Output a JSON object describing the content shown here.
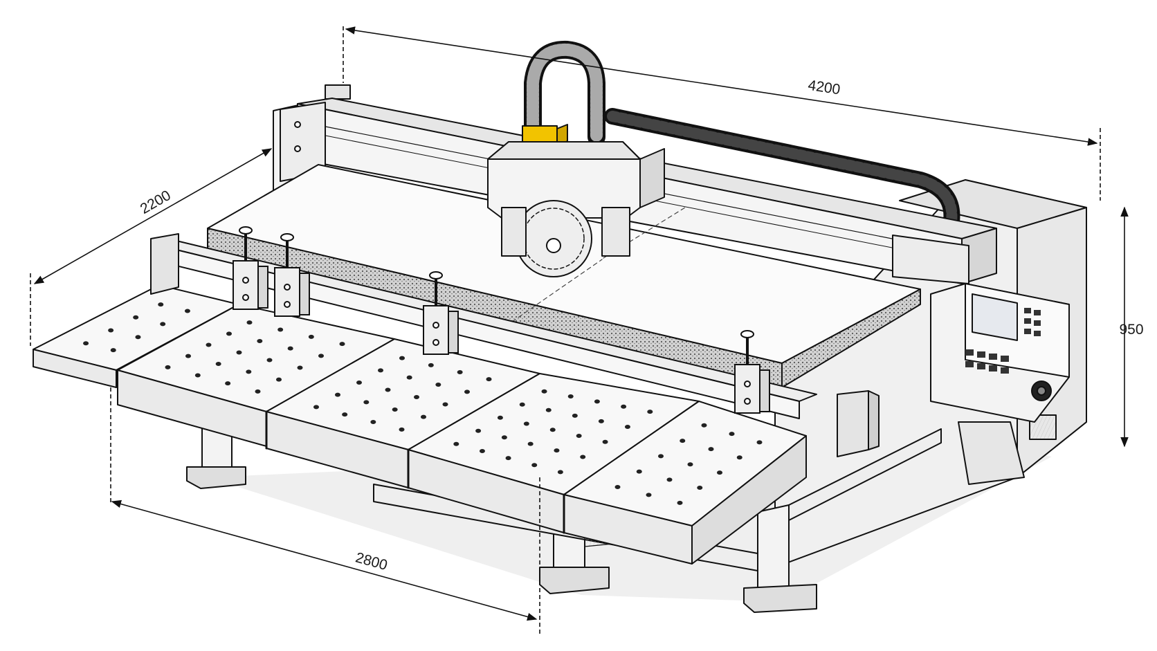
{
  "dimensions": {
    "length": "4200",
    "width": "2200",
    "height": "950",
    "table_length": "2800"
  },
  "colors": {
    "ink": "#111111",
    "paper": "#ffffff",
    "panel_fill": "#f4f4f4",
    "shade": "#dcdcdc",
    "accent_clamp": "#f2c300",
    "screen": "#e6e9ee",
    "spoilboard": "#cfcfcf"
  },
  "icons": {
    "saw": "circular-saw-blade-icon",
    "pendant": "control-pendant-icon"
  }
}
